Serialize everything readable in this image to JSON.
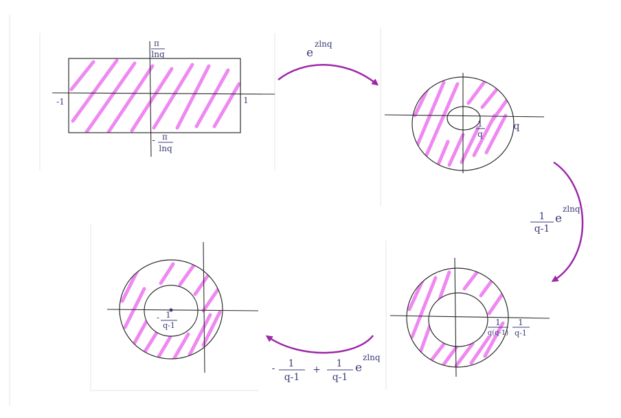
{
  "colors": {
    "ink": "#2a2a2a",
    "hatch": "#ee7cf0",
    "arrow": "#9c27a8",
    "label": "#3a3a78",
    "paper_edge": "#e6e6e6"
  },
  "panel1": {
    "top_label_num": "π",
    "top_label_den": "lnq",
    "bottom_label_sign": "-",
    "bottom_label_num": "π",
    "bottom_label_den": "lnq",
    "left_label": "-1",
    "right_label": "1"
  },
  "arrow1": {
    "base": "e",
    "exponent": "zlnq"
  },
  "panel2": {
    "inner_label_num": "1",
    "inner_label_den": "q",
    "outer_label": "q"
  },
  "arrow2": {
    "coef_num": "1",
    "coef_den": "q-1",
    "base": "e",
    "exponent": "zlnq"
  },
  "panel3": {
    "inner_label_num": "1",
    "inner_label_den": "q(q-1)",
    "outer_label_num": "1",
    "outer_label_den": "q-1"
  },
  "arrow3": {
    "term1_sign": "-",
    "term1_num": "1",
    "term1_den": "q-1",
    "plus": "+",
    "term2_num": "1",
    "term2_den": "q-1",
    "base": "e",
    "exponent": "zlnq"
  },
  "panel4": {
    "center_label_sign": "-",
    "center_label_num": "1",
    "center_label_den": "q-1"
  }
}
